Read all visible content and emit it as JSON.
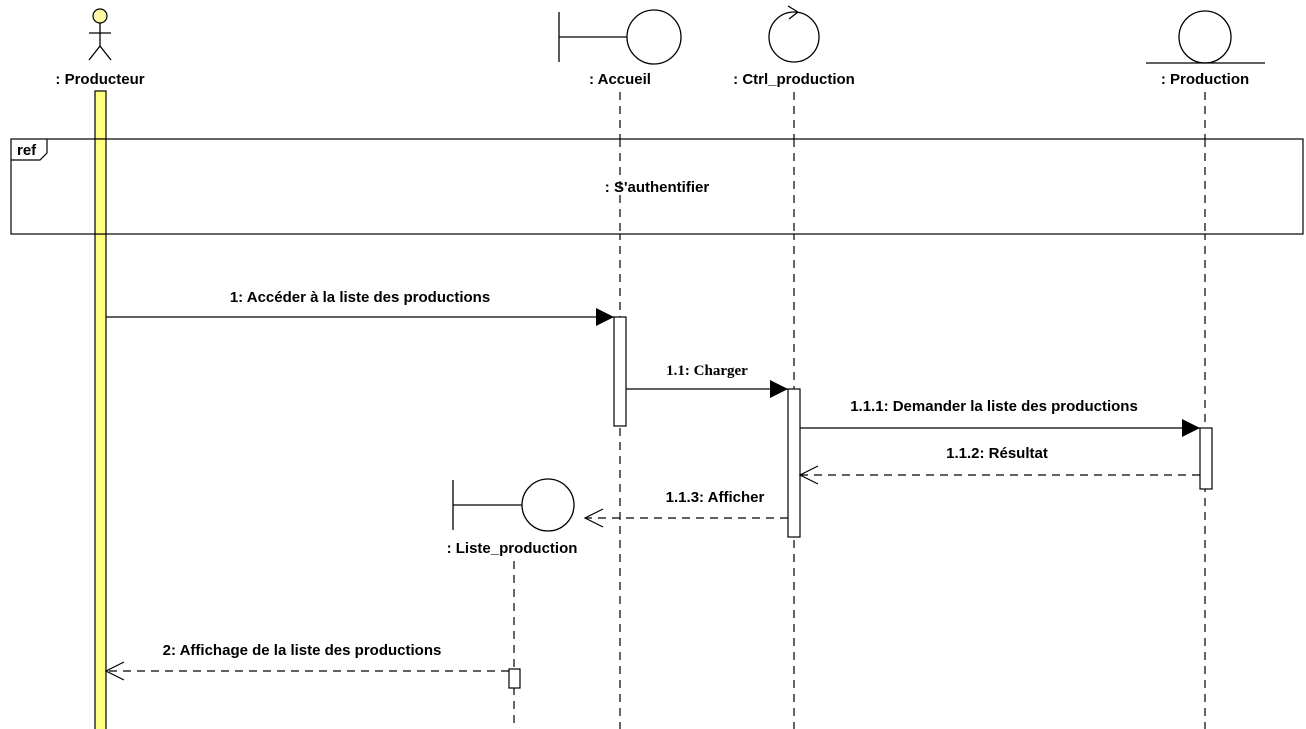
{
  "participants": {
    "producteur": ": Producteur",
    "accueil": ": Accueil",
    "ctrl_production": ": Ctrl_production",
    "production": ": Production",
    "liste_production": ": Liste_production"
  },
  "fragment": {
    "operator": "ref",
    "text": ": S'authentifier"
  },
  "messages": {
    "m1": "1: Accéder à la liste des productions",
    "m1_1": "1.1: Charger",
    "m1_1_1": "1.1.1: Demander la liste des productions",
    "m1_1_2": "1.1.2: Résultat",
    "m1_1_3": "1.1.3: Afficher",
    "m2": "2: Affichage de la liste des productions"
  },
  "colors": {
    "actor_head": "#fff9a6",
    "actor_activation": "#ffff80",
    "line": "#000000",
    "background": "#ffffff"
  }
}
